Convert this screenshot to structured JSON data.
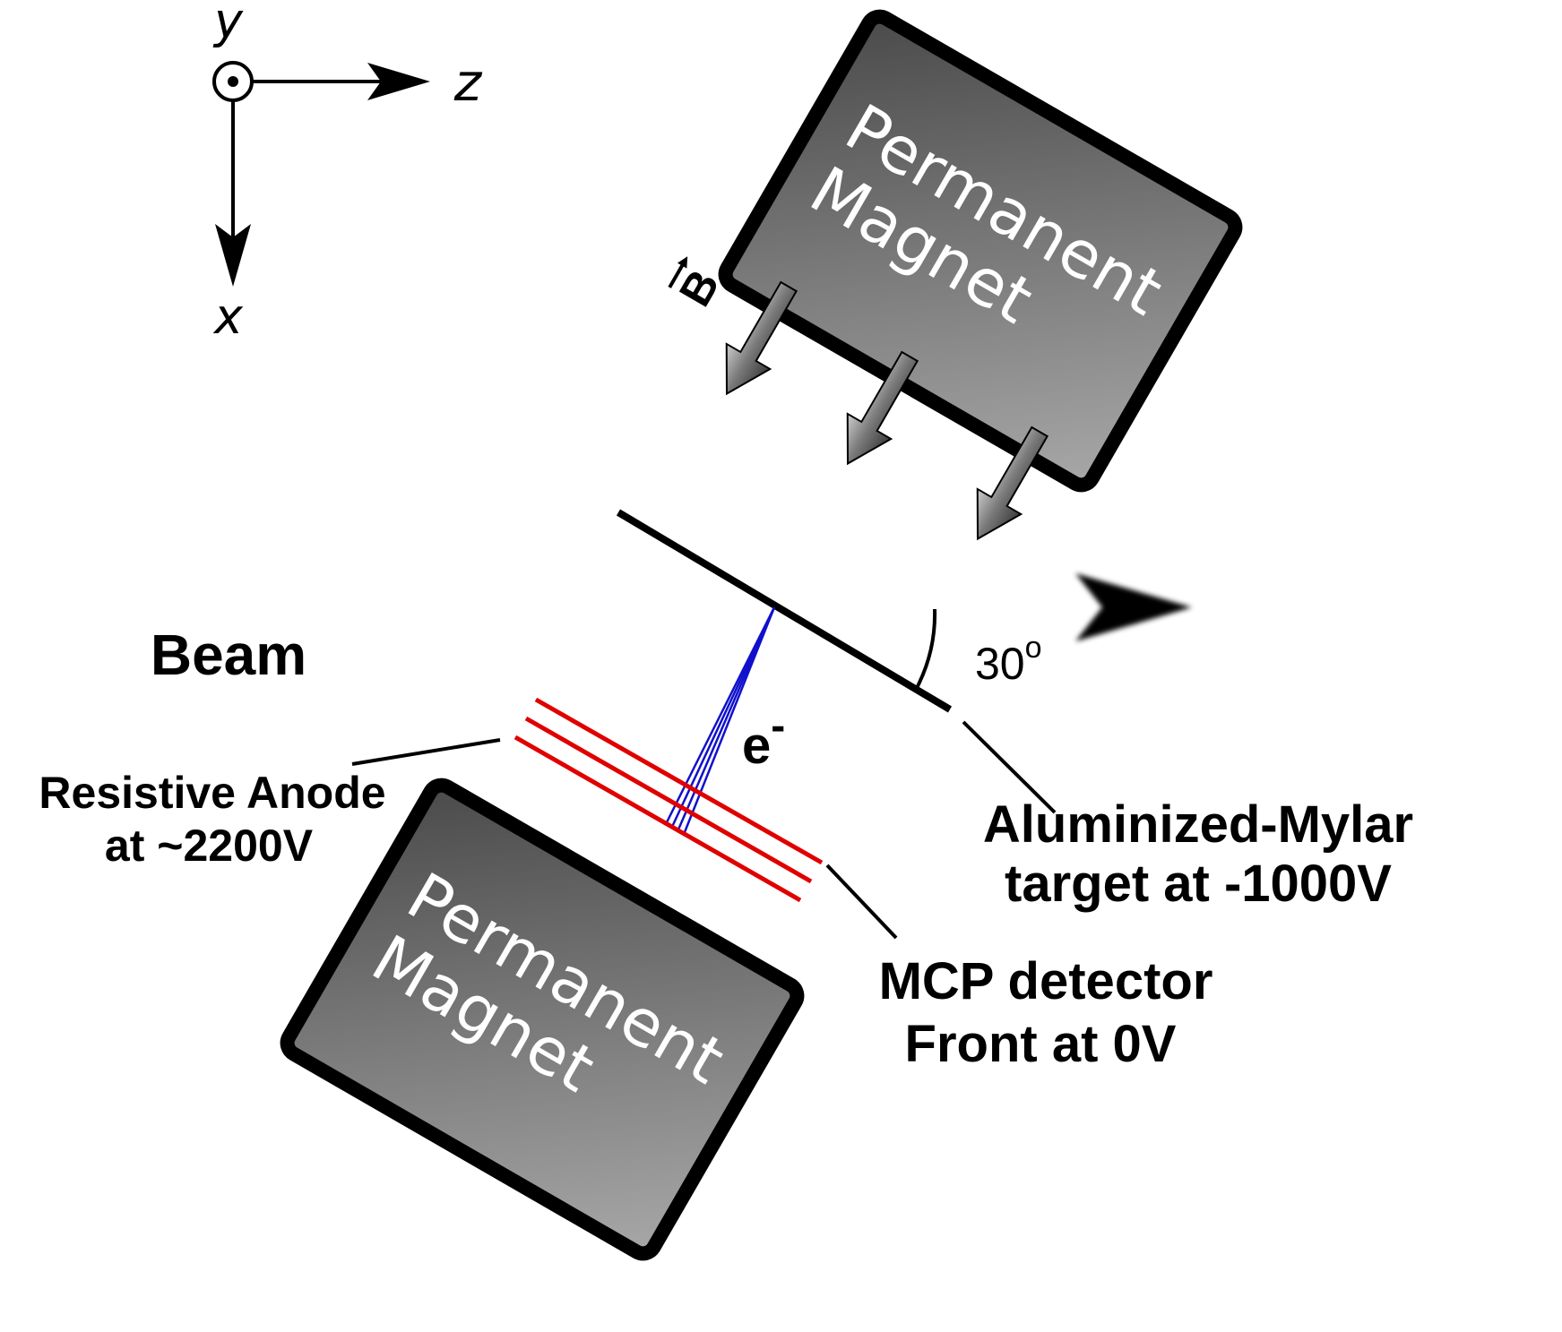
{
  "axes": {
    "y": "y",
    "z": "z",
    "x": "x"
  },
  "magnets": {
    "top": [
      "Permanent",
      "Magnet"
    ],
    "bottom": [
      "Permanent",
      "Magnet"
    ]
  },
  "field_label": "B",
  "beam_label": "Beam",
  "angle_label": {
    "value": "30",
    "unit": "o"
  },
  "electron_label": {
    "base": "e",
    "sup": "-"
  },
  "anode_label": [
    "Resistive Anode",
    "at ~2200V"
  ],
  "target_label": [
    "Aluminized-Mylar",
    "target at -1000V"
  ],
  "mcp_label": [
    "MCP detector",
    "Front at 0V"
  ],
  "colors": {
    "mcp": "#e00000",
    "electron": "#1010cc",
    "magnet_dark": "#4a4a4a",
    "magnet_light": "#a8a8a8",
    "arrow_gray": "#8a8a8a"
  }
}
